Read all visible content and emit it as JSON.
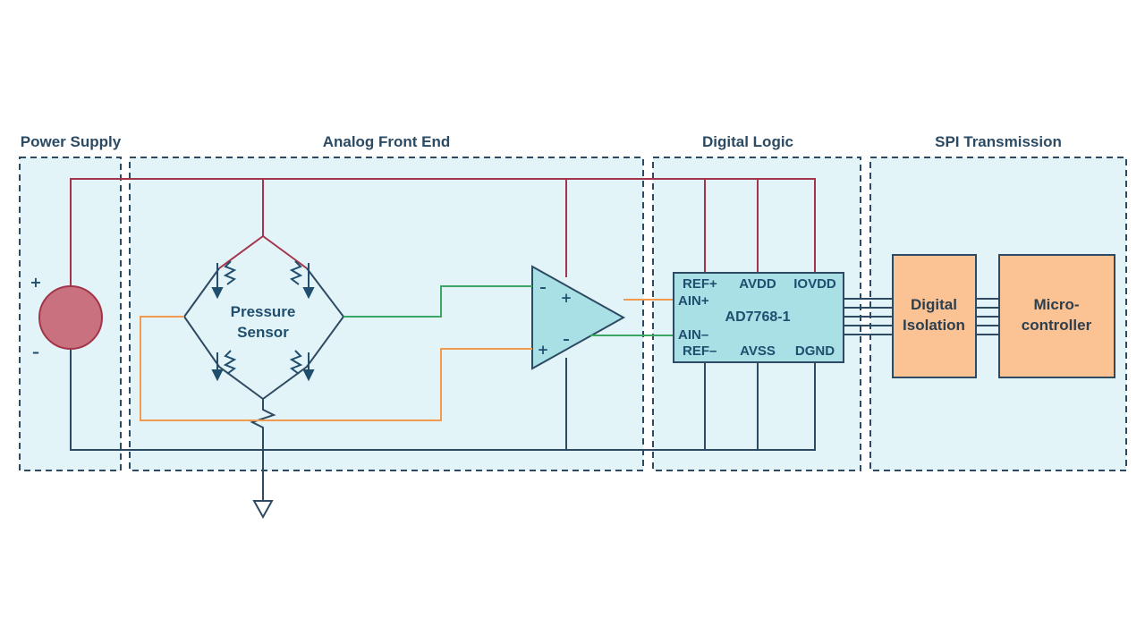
{
  "sections": {
    "power_supply": "Power Supply",
    "analog_front_end": "Analog Front End",
    "digital_logic": "Digital Logic",
    "spi_transmission": "SPI Transmission"
  },
  "sensor": {
    "line1": "Pressure",
    "line2": "Sensor"
  },
  "power_source": {
    "plus": "+",
    "minus": "–"
  },
  "amplifier": {
    "top_minus": "–",
    "top_plus": "+",
    "bottom_plus": "+",
    "bottom_minus": "–"
  },
  "adc": {
    "name": "AD7768-1",
    "ref_plus": "REF+",
    "avdd": "AVDD",
    "iovdd": "IOVDD",
    "ain_plus": "AIN+",
    "ain_minus": "AIN–",
    "ref_minus": "REF–",
    "avss": "AVSS",
    "dgnd": "DGND"
  },
  "isolation": {
    "line1": "Digital",
    "line2": "Isolation"
  },
  "mcu": {
    "line1": "Micro-",
    "line2": "controller"
  },
  "colors": {
    "section_fill": "#e3f4f8",
    "dashed_border": "#2e4a63",
    "supply_wire": "#a3354b",
    "ground_wire": "#2e4a63",
    "sense_plus_wire": "#3aa864",
    "sense_minus_wire": "#f29a4e",
    "source_fill": "#c9717f",
    "amp_fill": "#a8e0e6",
    "adc_fill": "#a8e0e6",
    "isolation_fill": "#fbc293",
    "mcu_fill": "#fbc293"
  }
}
